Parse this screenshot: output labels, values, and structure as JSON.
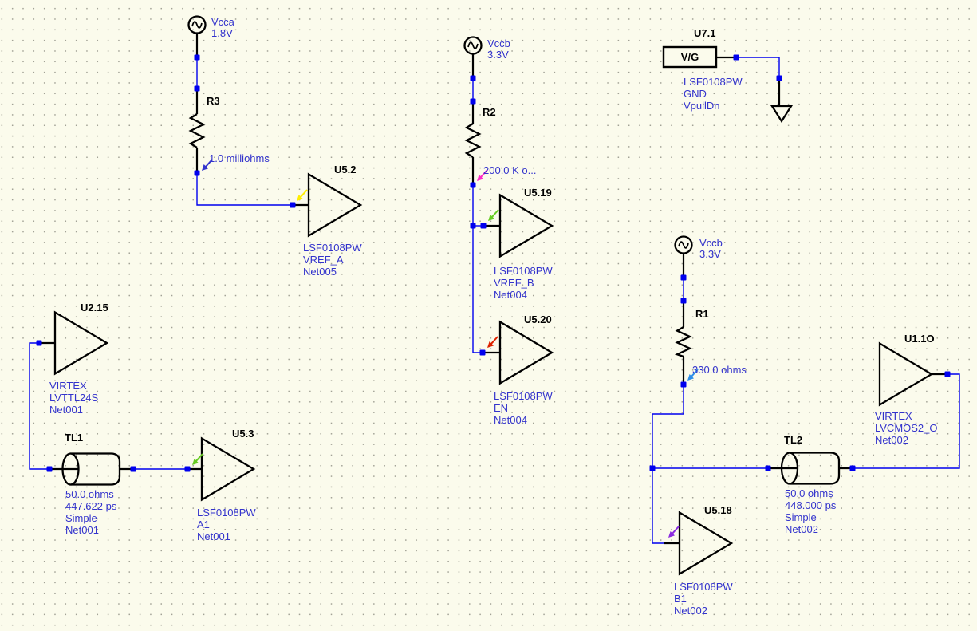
{
  "colors": {
    "background": "#FBFBEC",
    "grid_dot": "#A2A296",
    "wire": "#0000EE",
    "label_text": "#3333CC",
    "symbol": "#000000"
  },
  "sources": [
    {
      "name": "Vcca",
      "voltage": "1.8V"
    },
    {
      "name": "Vccb",
      "voltage": "3.3V"
    },
    {
      "name": "Vccb",
      "voltage": "3.3V"
    }
  ],
  "resistors": [
    {
      "ref": "R3",
      "value": "1.0 milliohms",
      "arrow_color": "#3333CC"
    },
    {
      "ref": "R2",
      "value": "200.0 K o...",
      "arrow_color": "#FF2AC8"
    },
    {
      "ref": "R1",
      "value": "330.0 ohms",
      "arrow_color": "#2E8FE8"
    }
  ],
  "buffers": [
    {
      "ref": "U5.2",
      "lines": [
        "LSF0108PW",
        "VREF_A",
        "Net005"
      ],
      "arrow_color": "#FFEE00"
    },
    {
      "ref": "U5.19",
      "lines": [
        "LSF0108PW",
        "VREF_B",
        "Net004"
      ],
      "arrow_color": "#66CC22"
    },
    {
      "ref": "U5.20",
      "lines": [
        "LSF0108PW",
        "EN",
        "Net004"
      ],
      "arrow_color": "#DD2200"
    },
    {
      "ref": "U2.15",
      "lines": [
        "VIRTEX",
        "LVTTL24S",
        "Net001"
      ]
    },
    {
      "ref": "U5.3",
      "lines": [
        "LSF0108PW",
        "A1",
        "Net001"
      ],
      "arrow_color": "#66CC22"
    },
    {
      "ref": "U5.18",
      "lines": [
        "LSF0108PW",
        "B1",
        "Net002"
      ],
      "arrow_color": "#8B2BE0"
    },
    {
      "ref": "U1.1O",
      "lines": [
        "VIRTEX",
        "LVCMOS2_O",
        "Net002"
      ]
    }
  ],
  "ic": {
    "ref": "U7.1",
    "pin_label": "V/G",
    "lines": [
      "LSF0108PW",
      "GND",
      "VpullDn"
    ]
  },
  "tlines": [
    {
      "ref": "TL1",
      "lines": [
        "50.0 ohms",
        "447.622 ps",
        "Simple",
        "Net001"
      ]
    },
    {
      "ref": "TL2",
      "lines": [
        "50.0 ohms",
        "448.000 ps",
        "Simple",
        "Net002"
      ]
    }
  ]
}
